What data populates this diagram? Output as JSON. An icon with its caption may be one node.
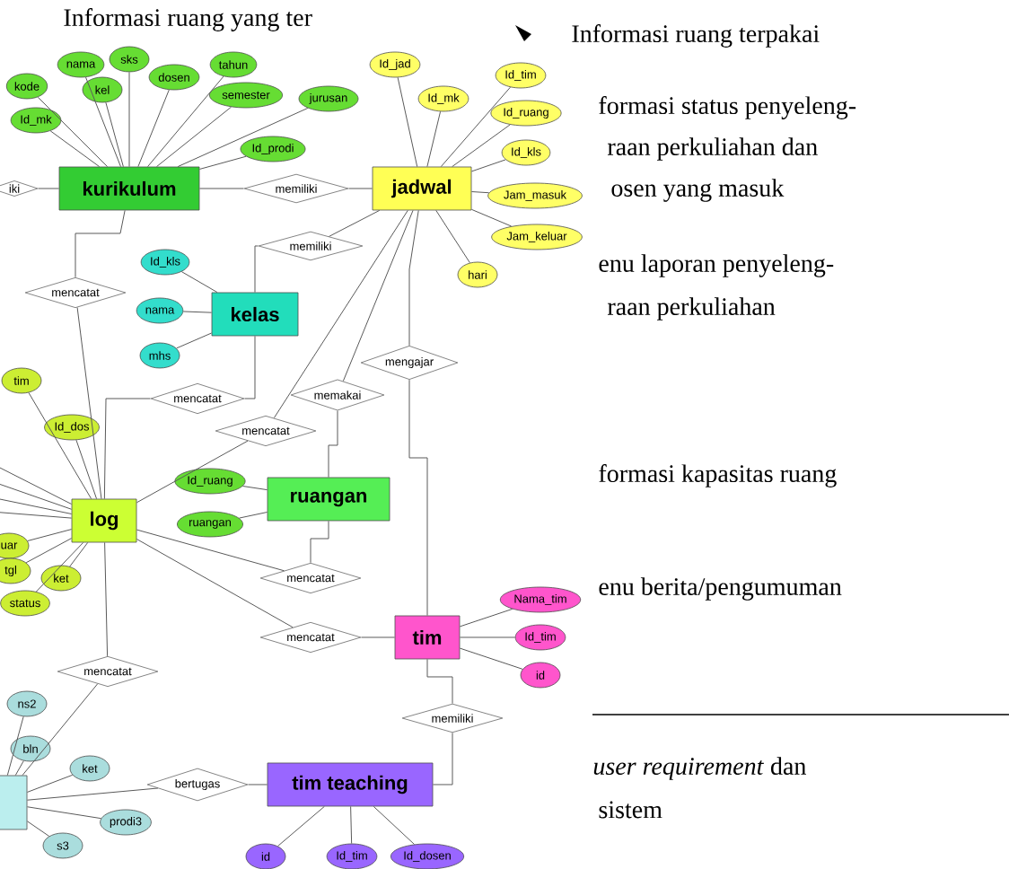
{
  "diagram": {
    "nodes": [
      {
        "text": [
          "kurikulum"
        ]
      },
      {
        "text": [
          "jadwal"
        ]
      },
      {
        "text": [
          "kelas"
        ]
      },
      {
        "text": [
          "log"
        ]
      },
      {
        "text": [
          "ruangan"
        ]
      },
      {
        "text": [
          "tim"
        ]
      },
      {
        "text": [
          "tim teaching"
        ]
      },
      {
        "text": [],
        "shape": "box"
      },
      {
        "text": [
          "iki"
        ]
      },
      {
        "text": [
          "memiliki"
        ]
      },
      {
        "text": [
          "memiliki"
        ]
      },
      {
        "text": [
          "mencatat"
        ]
      },
      {
        "text": [
          "mencatat"
        ]
      },
      {
        "text": [
          "mencatat"
        ]
      },
      {
        "text": [
          "memakai"
        ]
      },
      {
        "text": [
          "mengajar"
        ]
      },
      {
        "text": [
          "mencatat"
        ]
      },
      {
        "text": [
          "mencatat"
        ]
      },
      {
        "text": [
          "mencatat"
        ]
      },
      {
        "text": [
          "memiliki"
        ]
      },
      {
        "text": [
          "bertugas"
        ]
      },
      {
        "text": [
          "nama"
        ]
      },
      {
        "text": [
          "sks"
        ]
      },
      {
        "text": [
          "tahun"
        ]
      },
      {
        "text": [
          "kode"
        ]
      },
      {
        "text": [
          "kel"
        ]
      },
      {
        "text": [
          "dosen"
        ]
      },
      {
        "text": [
          "semester"
        ]
      },
      {
        "text": [
          "jurusan"
        ]
      },
      {
        "text": [
          "Id_mk"
        ]
      },
      {
        "text": [
          "Id_prodi"
        ]
      },
      {
        "text": [
          "Id_jad"
        ]
      },
      {
        "text": [
          "Id_tim"
        ]
      },
      {
        "text": [
          "Id_mk"
        ]
      },
      {
        "text": [
          "Id_ruang"
        ]
      },
      {
        "text": [
          "Id_kls"
        ]
      },
      {
        "text": [
          "Jam_masuk"
        ]
      },
      {
        "text": [
          "Jam_keluar"
        ]
      },
      {
        "text": [
          "hari"
        ]
      },
      {
        "text": [
          "Id_kls"
        ]
      },
      {
        "text": [
          "nama"
        ]
      },
      {
        "text": [
          "mhs"
        ]
      },
      {
        "text": [
          "tim"
        ]
      },
      {
        "text": [
          "Id_dos"
        ]
      },
      {
        "text": [
          "uar"
        ]
      },
      {
        "text": [
          "tgl"
        ]
      },
      {
        "text": [
          "ket"
        ]
      },
      {
        "text": [
          "status"
        ]
      },
      {
        "text": [
          "Id_ruang"
        ]
      },
      {
        "text": [
          "ruangan"
        ]
      },
      {
        "text": [
          "Nama_tim"
        ]
      },
      {
        "text": [
          "Id_tim"
        ]
      },
      {
        "text": [
          "id"
        ]
      },
      {
        "text": [
          "id"
        ]
      },
      {
        "text": [
          "Id_tim"
        ]
      },
      {
        "text": [
          "Id_dosen"
        ]
      },
      {
        "text": [
          "ns2"
        ]
      },
      {
        "text": [
          "bln"
        ]
      },
      {
        "text": [
          "ket"
        ]
      },
      {
        "text": [
          "prodi3"
        ]
      },
      {
        "text": [
          "s3"
        ]
      }
    ],
    "edges": [
      {
        "from": 0,
        "to": 21,
        "arrow": "none"
      },
      {
        "from": 0,
        "to": 22,
        "arrow": "none"
      },
      {
        "from": 0,
        "to": 23,
        "arrow": "none"
      },
      {
        "from": 0,
        "to": 24,
        "arrow": "none"
      },
      {
        "from": 0,
        "to": 25,
        "arrow": "none"
      },
      {
        "from": 0,
        "to": 26,
        "arrow": "none"
      },
      {
        "from": 0,
        "to": 27,
        "arrow": "none"
      },
      {
        "from": 0,
        "to": 28,
        "arrow": "none"
      },
      {
        "from": 0,
        "to": 29,
        "arrow": "none"
      },
      {
        "from": 0,
        "to": 30,
        "arrow": "none"
      },
      {
        "from": 1,
        "to": 31,
        "arrow": "none"
      },
      {
        "from": 1,
        "to": 32,
        "arrow": "none"
      },
      {
        "from": 1,
        "to": 33,
        "arrow": "none"
      },
      {
        "from": 1,
        "to": 34,
        "arrow": "none"
      },
      {
        "from": 1,
        "to": 35,
        "arrow": "none"
      },
      {
        "from": 1,
        "to": 36,
        "arrow": "none"
      },
      {
        "from": 1,
        "to": 37,
        "arrow": "none"
      },
      {
        "from": 1,
        "to": 38,
        "arrow": "none"
      },
      {
        "from": 2,
        "to": 39,
        "arrow": "none"
      },
      {
        "from": 2,
        "to": 40,
        "arrow": "none"
      },
      {
        "from": 2,
        "to": 41,
        "arrow": "none"
      },
      {
        "from": 3,
        "to": 42,
        "arrow": "none"
      },
      {
        "from": 3,
        "to": 43,
        "arrow": "none"
      },
      {
        "from": 3,
        "to": 44,
        "arrow": "none"
      },
      {
        "from": 3,
        "to": 45,
        "arrow": "none"
      },
      {
        "from": 3,
        "to": 46,
        "arrow": "none"
      },
      {
        "from": 3,
        "to": 47,
        "arrow": "none"
      },
      {
        "from": 4,
        "to": 48,
        "arrow": "none"
      },
      {
        "from": 4,
        "to": 49,
        "arrow": "none"
      },
      {
        "from": 5,
        "to": 50,
        "arrow": "none"
      },
      {
        "from": 5,
        "to": 51,
        "arrow": "none"
      },
      {
        "from": 5,
        "to": 52,
        "arrow": "none"
      },
      {
        "from": 6,
        "to": 53,
        "arrow": "none"
      },
      {
        "from": 6,
        "to": 54,
        "arrow": "none"
      },
      {
        "from": 6,
        "to": 55,
        "arrow": "none"
      },
      {
        "from": 7,
        "to": 56,
        "arrow": "none"
      },
      {
        "from": 7,
        "to": 57,
        "arrow": "none"
      },
      {
        "from": 7,
        "to": 58,
        "arrow": "none"
      },
      {
        "from": 7,
        "to": 59,
        "arrow": "none"
      },
      {
        "from": 7,
        "to": 60,
        "arrow": "none"
      },
      {
        "from": 0,
        "to": 8,
        "arrow": "none"
      },
      {
        "from": 0,
        "to": 9,
        "arrow": "none"
      },
      {
        "from": 9,
        "to": 1,
        "arrow": "none"
      },
      {
        "from": 2,
        "to": 10,
        "arrow": "none"
      },
      {
        "from": 10,
        "to": 1,
        "arrow": "none"
      },
      {
        "from": 0,
        "to": 11,
        "arrow": "none"
      },
      {
        "from": 11,
        "to": 3,
        "arrow": "none"
      },
      {
        "from": 3,
        "to": 12,
        "arrow": "none"
      },
      {
        "from": 12,
        "to": 2,
        "arrow": "none"
      },
      {
        "from": 3,
        "to": 13,
        "arrow": "none"
      },
      {
        "from": 13,
        "to": 1,
        "arrow": "none"
      },
      {
        "from": 1,
        "to": 14,
        "arrow": "none"
      },
      {
        "from": 14,
        "to": 4,
        "arrow": "none"
      },
      {
        "from": 1,
        "to": 15,
        "arrow": "none"
      },
      {
        "from": 15,
        "to": 5,
        "arrow": "none"
      },
      {
        "from": 3,
        "to": 16,
        "arrow": "none"
      },
      {
        "from": 16,
        "to": 4,
        "arrow": "none"
      },
      {
        "from": 3,
        "to": 17,
        "arrow": "none"
      },
      {
        "from": 17,
        "to": 5,
        "arrow": "none"
      },
      {
        "from": 3,
        "to": 18,
        "arrow": "none"
      },
      {
        "from": 18,
        "to": 7,
        "arrow": "none"
      },
      {
        "from": 5,
        "to": 19,
        "arrow": "none"
      },
      {
        "from": 19,
        "to": 6,
        "arrow": "none"
      },
      {
        "from": 7,
        "to": 20,
        "arrow": "none"
      },
      {
        "from": 20,
        "to": 6,
        "arrow": "none"
      },
      {
        "from": 3,
        "to": null,
        "arrow": "none"
      },
      {
        "from": 3,
        "to": null,
        "arrow": "none"
      },
      {
        "from": 3,
        "to": null,
        "arrow": "none"
      },
      {
        "from": 3,
        "to": null,
        "arrow": "none"
      }
    ],
    "labels": [
      "Informasi ruang yang ter",
      "Informasi ruang terpakai",
      "formasi status penyeleng-",
      "raan perkuliahan dan",
      "osen yang masuk",
      "enu laporan penyeleng-",
      "raan perkuliahan",
      "formasi kapasitas ruang",
      "enu berita/pengumuman",
      "*user requirement* dan",
      "sistem"
    ]
  }
}
